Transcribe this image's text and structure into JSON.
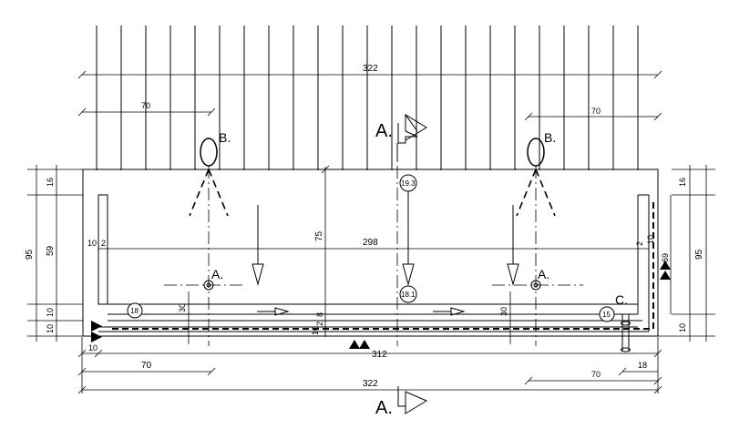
{
  "drawing": {
    "dims": {
      "top_322": "322",
      "bottom_322": "322",
      "top_left_70": "70",
      "top_right_70": "70",
      "inner_298": "298",
      "height_75": "75",
      "left_95": "95",
      "left_16": "16",
      "left_59": "59",
      "left_10a": "10",
      "left_10b": "10",
      "left_10c": "10",
      "left_2": "2",
      "left_30": "30",
      "mid_2": "2",
      "mid_8": "8",
      "mid_10": "10",
      "mid_30": "30",
      "right_95": "95",
      "right_16": "16",
      "right_69": "69",
      "right_10a": "10",
      "right_10b": "10",
      "right_2": "2",
      "bottom_10": "10",
      "bottom_312": "312",
      "bottom_70_left": "70",
      "bottom_70_right": "70",
      "bottom_18": "18"
    },
    "labels": {
      "section_a_top": "A.",
      "section_a_bottom": "A.",
      "point_b_left": "B.",
      "point_b_right": "B.",
      "point_a_left": "A.",
      "point_a_right": "A.",
      "point_c": "C."
    },
    "circled": {
      "c_19_3": "19.3",
      "c_18_1": "18.1",
      "c_18": "18",
      "c_15": "15"
    }
  }
}
